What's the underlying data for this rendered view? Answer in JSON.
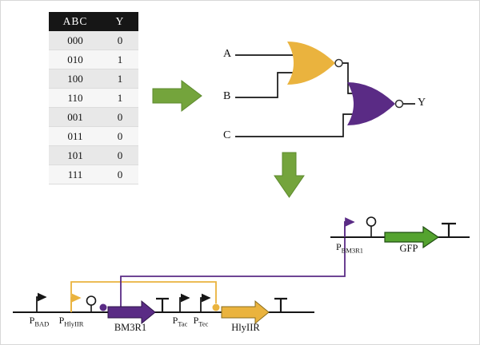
{
  "truth_table": {
    "headers": [
      "ABC",
      "Y"
    ],
    "rows": [
      [
        "000",
        "0"
      ],
      [
        "010",
        "1"
      ],
      [
        "100",
        "1"
      ],
      [
        "110",
        "1"
      ],
      [
        "001",
        "0"
      ],
      [
        "011",
        "0"
      ],
      [
        "101",
        "0"
      ],
      [
        "111",
        "0"
      ]
    ]
  },
  "logic_circuit": {
    "input_a": "A",
    "input_b": "B",
    "input_c": "C",
    "output_label": "Y"
  },
  "genetic_circuit": {
    "pbad_base": "P",
    "pbad_sub": "BAD",
    "phlyiir_base": "P",
    "phlyiir_sub": "HlyIIR",
    "ptac_base": "P",
    "ptac_sub": "Tac",
    "ptec_base": "P",
    "ptec_sub": "Tec",
    "pbm3r1_base": "P",
    "pbm3r1_sub": "BM3R1",
    "bm3r1_label": "BM3R1",
    "hlyiir_label": "HlyIIR",
    "gfp_label": "GFP"
  },
  "colors": {
    "yellow": "#eab33e",
    "purple": "#5a2b85",
    "green": "#74a43c",
    "gfp": "#54a32f",
    "ink": "#161616"
  }
}
